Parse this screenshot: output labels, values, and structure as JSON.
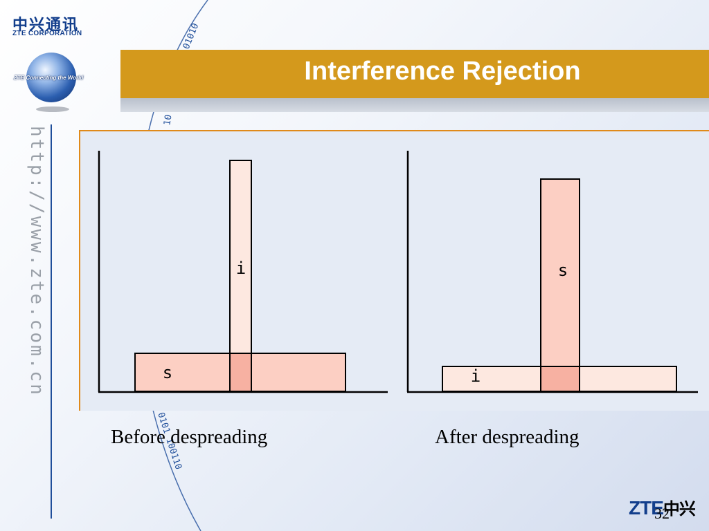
{
  "brand": {
    "logo_cn": "中兴通讯",
    "logo_en": "ZTE CORPORATION",
    "globe_tag": "ZTE Connecting the World",
    "url_vertical": "http://www.zte.com.cn",
    "footer_logo": "ZTE",
    "footer_logo_cn": "中兴",
    "colors": {
      "brand_blue": "#123e8c",
      "title_bar": "#d4991c",
      "panel_border": "#e08a1a"
    }
  },
  "decor": {
    "binary_top": "01010",
    "binary_mid": "10",
    "binary_bottom": "0101 100110"
  },
  "slide": {
    "title": "Interference Rejection",
    "page_number": "32"
  },
  "diagrams": {
    "before": {
      "caption": "Before despreading",
      "wide_label": "s",
      "tall_label": "i"
    },
    "after": {
      "caption": "After despreading",
      "wide_label": "i",
      "tall_label": "s"
    }
  },
  "colors": {
    "tall_before": "#fde8e0",
    "wide_before": "#fccfc3",
    "tall_after": "#fccfc3",
    "wide_after": "#fde8e0",
    "overlap": "#f7b1a2"
  }
}
